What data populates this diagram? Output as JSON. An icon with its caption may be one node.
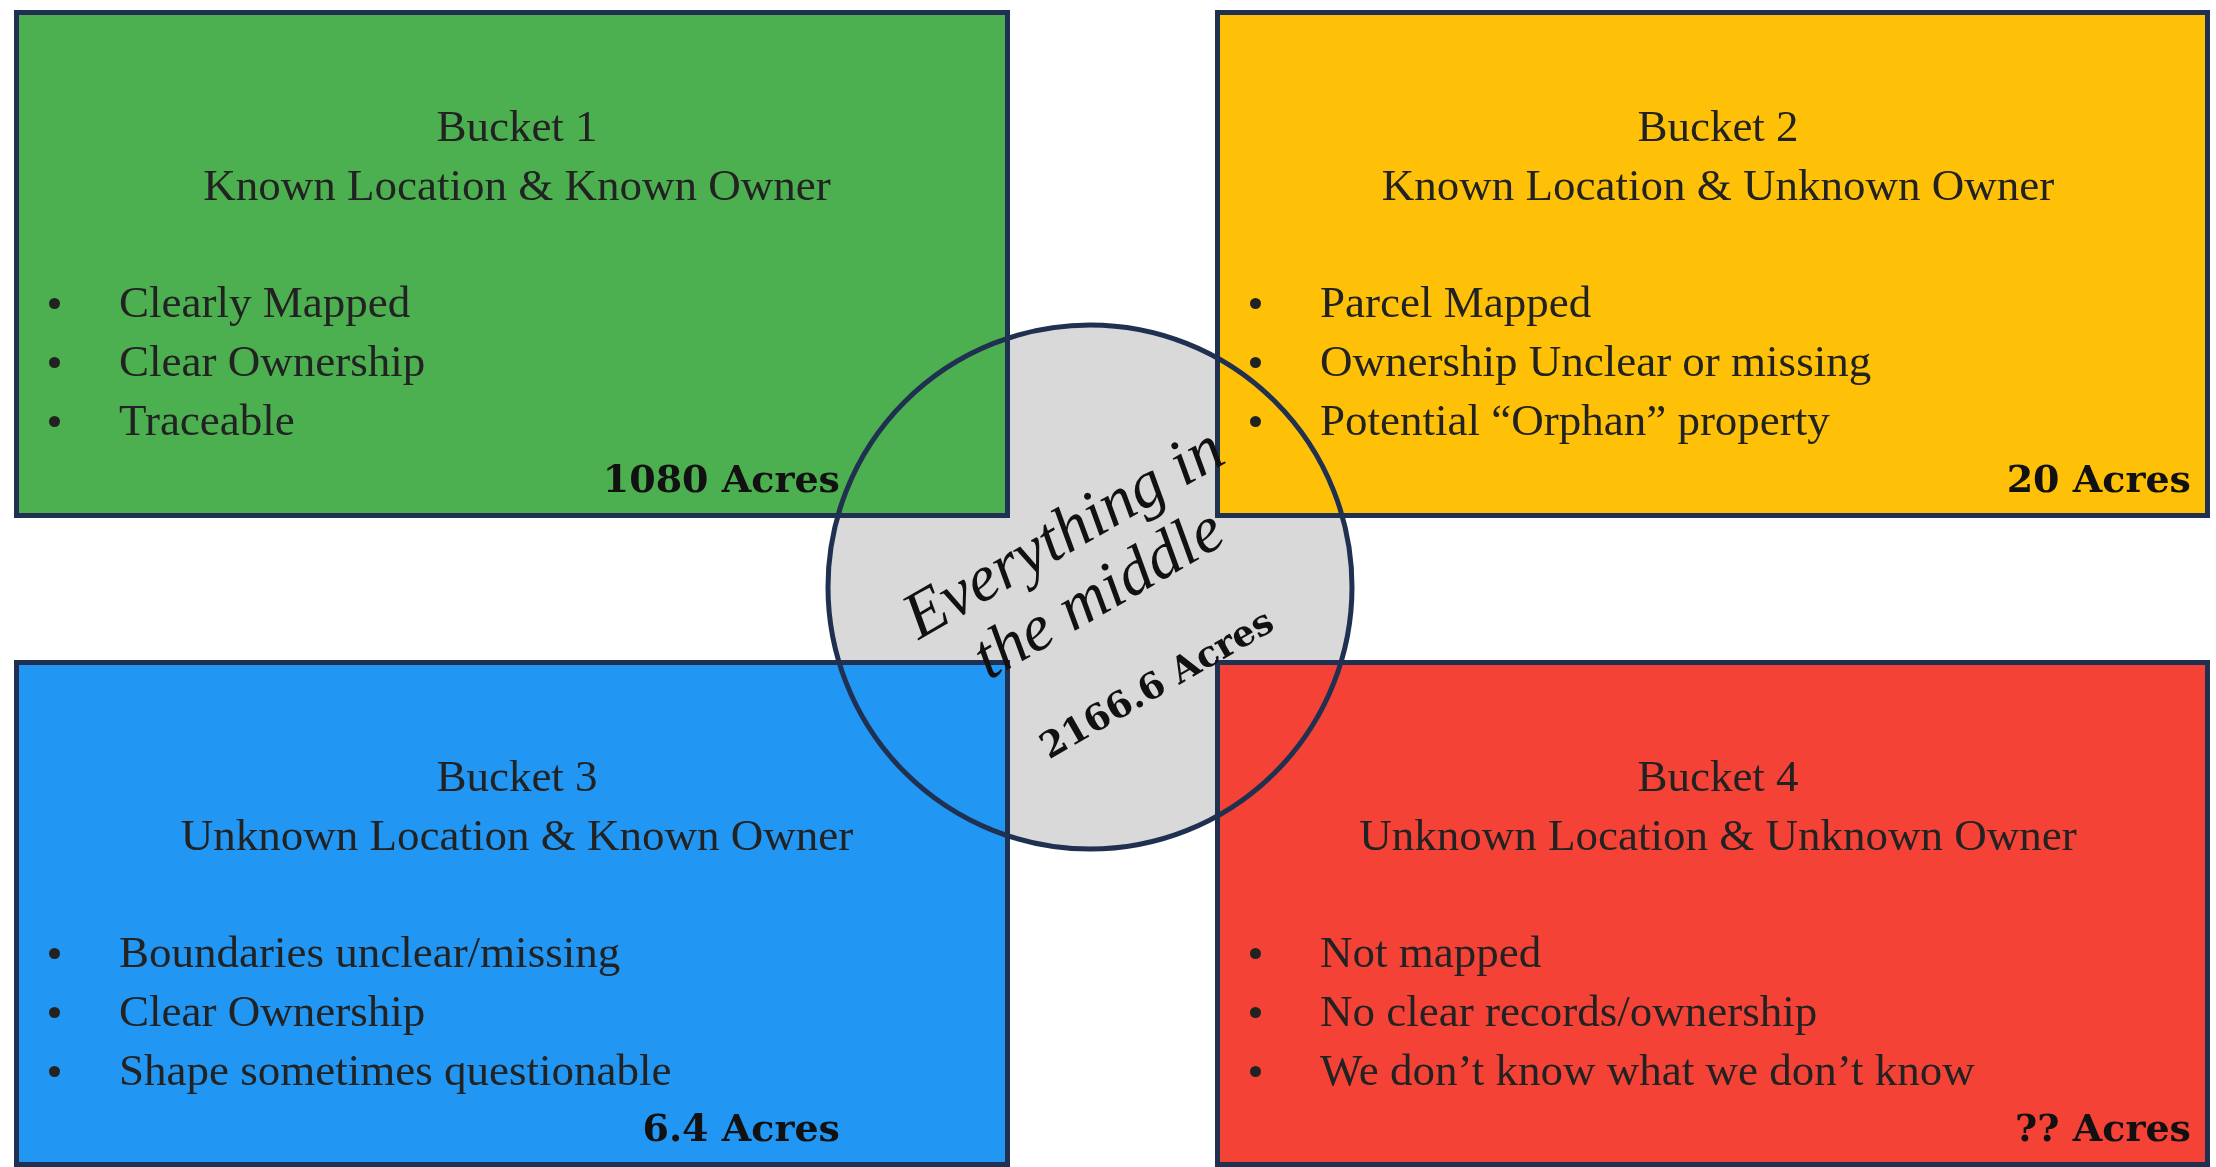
{
  "diagram": {
    "nodes": [
      {
        "text": [
          "Bucket 1",
          "Known Location & Known Owner",
          "Clearly Mapped",
          "Clear Ownership",
          "Traceable",
          "1080 Acres"
        ]
      },
      {
        "text": [
          "Bucket 2",
          "Known Location & Unknown Owner",
          "Parcel Mapped",
          "Ownership Unclear or missing",
          "Potential “Orphan” property",
          "20 Acres"
        ]
      },
      {
        "text": [
          "Bucket 3",
          "Unknown Location & Known Owner",
          "Boundaries unclear/missing",
          "Clear Ownership",
          "Shape sometimes questionable",
          "6.4 Acres"
        ]
      },
      {
        "text": [
          "Bucket 4",
          "Unknown Location & Unknown Owner",
          "Not mapped",
          "No clear records/ownership",
          "We don’t know what we don’t know",
          "?? Acres"
        ]
      },
      {
        "text": [
          "Everything in the middle",
          "2166.6 Acres"
        ]
      }
    ],
    "edges": []
  }
}
